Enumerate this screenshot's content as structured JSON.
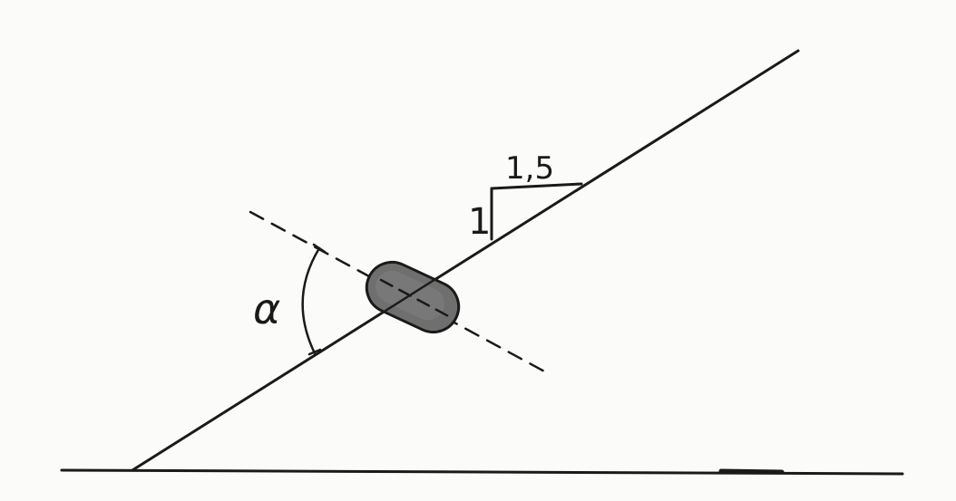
{
  "diagram": {
    "labels": {
      "angle": "α",
      "slope_run": "1,5",
      "slope_rise": "1"
    },
    "colors": {
      "paper": "#fbfbfa",
      "ink": "#1a1a1a",
      "block_fill": "#6f6f6f",
      "block_shade": "#8a8a8a"
    }
  }
}
